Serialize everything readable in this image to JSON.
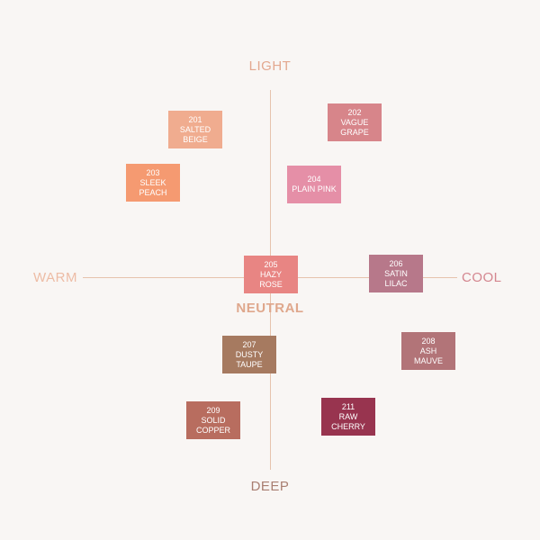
{
  "axes": {
    "top": "LIGHT",
    "left": "WARM",
    "right": "COOL",
    "center": "NEUTRAL",
    "bottom": "DEEP"
  },
  "swatches": [
    {
      "code": "201",
      "name1": "SALTED",
      "name2": "BEIGE",
      "color": "#f0ac8f"
    },
    {
      "code": "202",
      "name1": "VAGUE",
      "name2": "GRAPE",
      "color": "#d7858a"
    },
    {
      "code": "203",
      "name1": "SLEEK",
      "name2": "PEACH",
      "color": "#f59a71"
    },
    {
      "code": "204",
      "name1": "PLAIN PINK",
      "name2": "",
      "color": "#e58fa7"
    },
    {
      "code": "205",
      "name1": "HAZY",
      "name2": "ROSE",
      "color": "#e88583"
    },
    {
      "code": "206",
      "name1": "SATIN",
      "name2": "LILAC",
      "color": "#b7788a"
    },
    {
      "code": "207",
      "name1": "DUSTY",
      "name2": "TAUPE",
      "color": "#a67a60"
    },
    {
      "code": "208",
      "name1": "ASH",
      "name2": "MAUVE",
      "color": "#b27478"
    },
    {
      "code": "209",
      "name1": "SOLID",
      "name2": "COPPER",
      "color": "#b86d5f"
    },
    {
      "code": "211",
      "name1": "RAW",
      "name2": "CHERRY",
      "color": "#98344f"
    }
  ]
}
